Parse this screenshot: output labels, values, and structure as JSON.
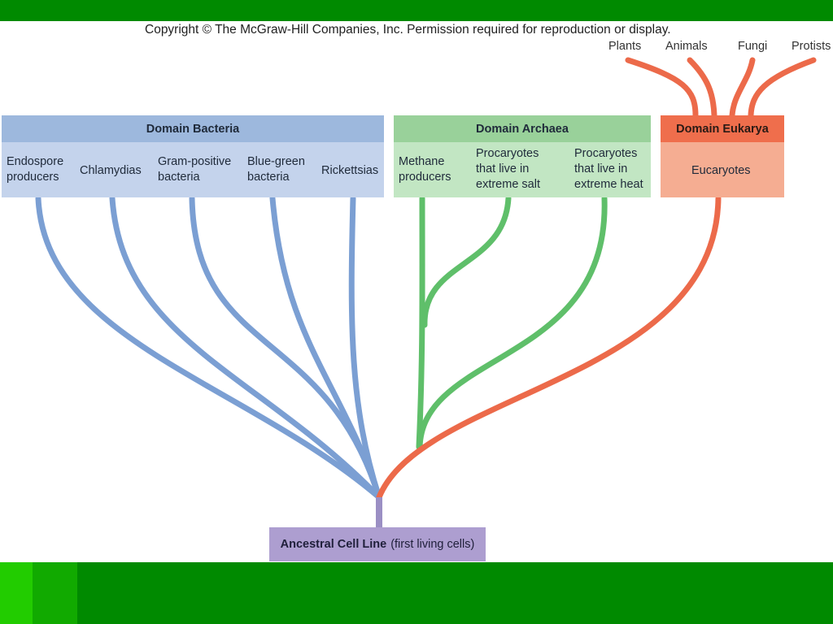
{
  "copyright": "Copyright © The McGraw-Hill Companies, Inc. Permission required for reproduction or display.",
  "colors": {
    "bacteria": "#7b9fd3",
    "archaea": "#5fbf6a",
    "eukarya": "#ec6a4a",
    "ancestral": "#9b8fc4"
  },
  "domains": {
    "bacteria": {
      "title": "Domain Bacteria",
      "groups": [
        "Endospore producers",
        "Chlamydias",
        "Gram-positive bacteria",
        "Blue-green bacteria",
        "Rickettsias"
      ]
    },
    "archaea": {
      "title": "Domain Archaea",
      "groups": [
        "Methane producers",
        "Procaryotes that live in extreme salt",
        "Procaryotes that live in extreme heat"
      ]
    },
    "eukarya": {
      "title": "Domain Eukarya",
      "groups": [
        "Eucaryotes"
      ],
      "kingdoms": [
        "Plants",
        "Animals",
        "Fungi",
        "Protists"
      ]
    }
  },
  "root": {
    "name": "Ancestral Cell Line",
    "note": "(first living cells)"
  }
}
